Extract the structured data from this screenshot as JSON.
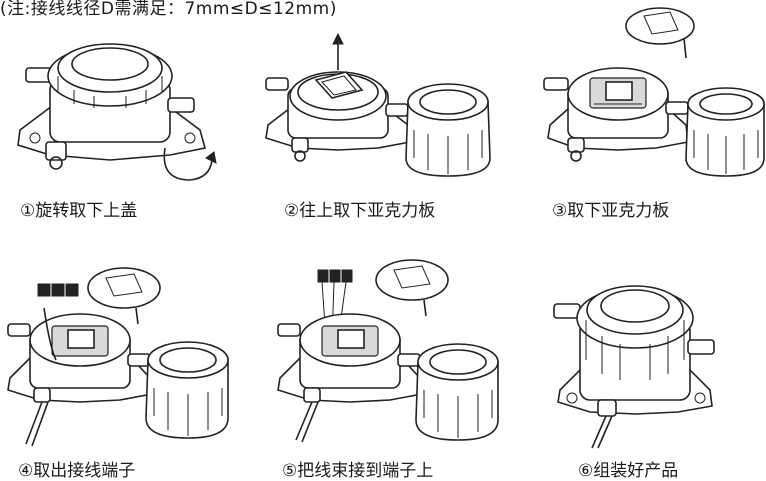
{
  "note": "(注:接线线径D需满足：7mm≤D≤12mm)",
  "steps": [
    {
      "caption": "①旋转取下上盖"
    },
    {
      "caption": "②往上取下亚克力板"
    },
    {
      "caption": "③取下亚克力板"
    },
    {
      "caption": "④取出接线端子"
    },
    {
      "caption": "⑤把线束接到端子上"
    },
    {
      "caption": "⑥组装好产品"
    }
  ]
}
